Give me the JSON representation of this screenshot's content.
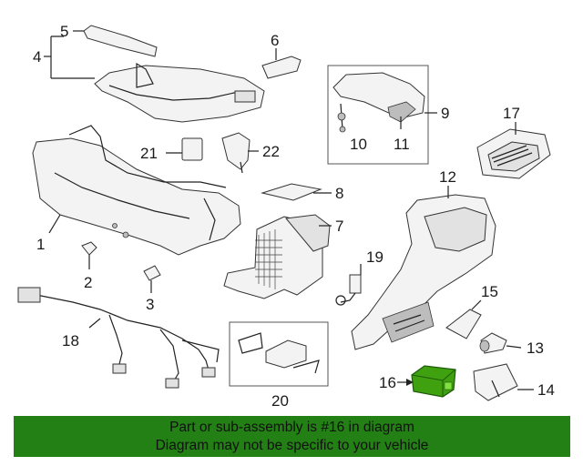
{
  "callouts": {
    "c1": "1",
    "c2": "2",
    "c3": "3",
    "c4": "4",
    "c5": "5",
    "c6": "6",
    "c7": "7",
    "c8": "8",
    "c9": "9",
    "c10": "10",
    "c11": "11",
    "c12": "12",
    "c13": "13",
    "c14": "14",
    "c15": "15",
    "c16": "16",
    "c17": "17",
    "c18": "18",
    "c19": "19",
    "c20": "20",
    "c21": "21",
    "c22": "22"
  },
  "highlight": {
    "part": "16",
    "color": "#3fa010"
  },
  "banner": {
    "line1": "Part or sub-assembly is #16 in diagram",
    "line2": "Diagram may not be specific to your vehicle",
    "background": "#238014"
  }
}
